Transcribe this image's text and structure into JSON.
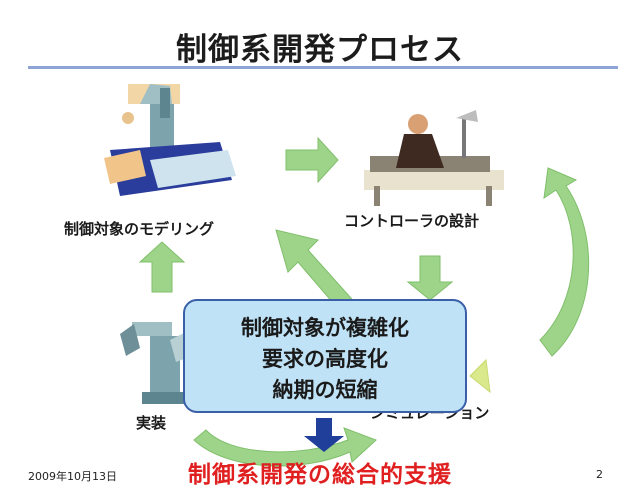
{
  "title": "制御系開発プロセス",
  "nodes": {
    "modeling": "制御対象のモデリング",
    "controller": "コントローラの設計",
    "simulation": "シミュレーション",
    "implementation": "実装"
  },
  "center_box": {
    "lines": [
      "制御対象が複雑化",
      "要求の高度化",
      "納期の短縮"
    ]
  },
  "bottom_text": "制御系開発の総合的支援",
  "footer": {
    "date": "2009年10月13日",
    "page": "2"
  },
  "colors": {
    "arrow": "#9ed48a",
    "box_fill": "#bfe2f6",
    "box_border": "#3a5fa8",
    "bottom_text": "#e02020",
    "down_arrow": "#1f3f9a"
  }
}
